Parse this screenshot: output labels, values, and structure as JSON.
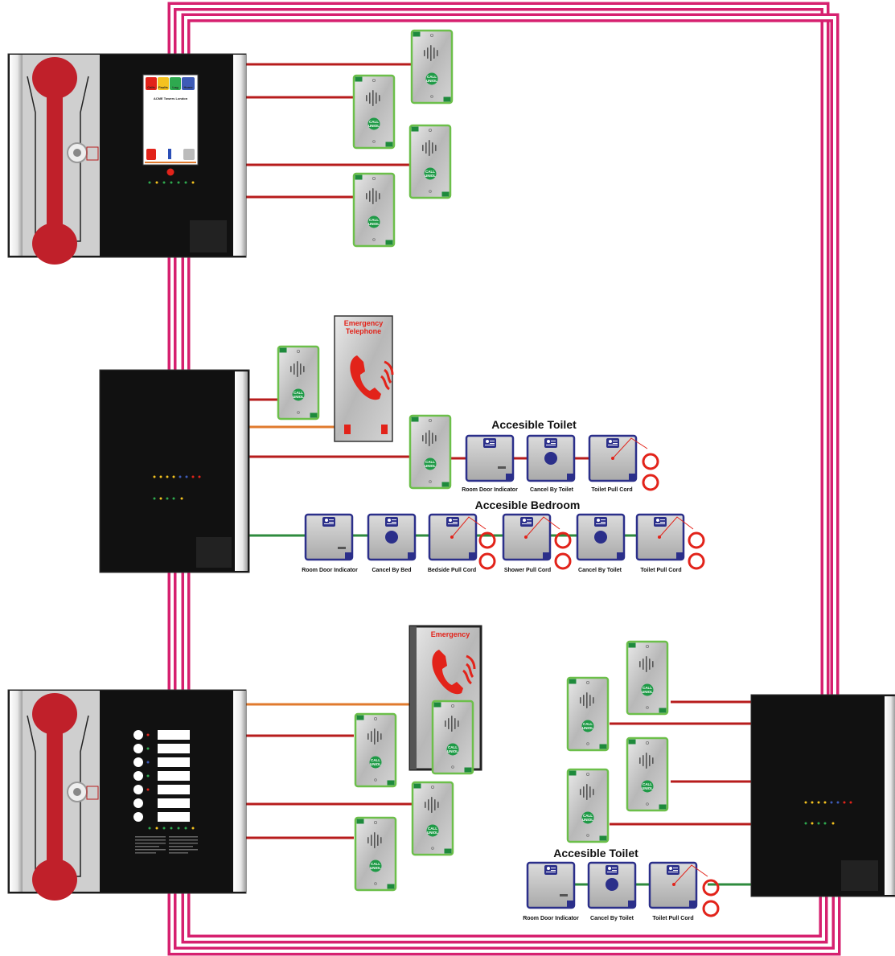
{
  "groups": {
    "toilet_top": {
      "title": "Accesible Toilet",
      "labels": [
        "Room Door Indicator",
        "Cancel By Toilet",
        "Toilet Pull Cord"
      ]
    },
    "bedroom": {
      "title": "Accesible Bedroom",
      "labels": [
        "Room Door Indicator",
        "Cancel By Bed",
        "Bedside Pull Cord",
        "Shower Pull Cord",
        "Cancel By Toilet",
        "Toilet Pull Cord"
      ]
    },
    "toilet_bottom": {
      "title": "Accesible Toilet",
      "labels": [
        "Room Door Indicator",
        "Cancel By Toilet",
        "Toilet Pull Cord"
      ]
    }
  },
  "emergency_phones": {
    "top": {
      "title_line1": "Emergency",
      "title_line2": "Telephone"
    },
    "bottom": {
      "title_line1": "Emergency"
    }
  },
  "main_panel": {
    "screen_tabs": [
      "Calls",
      "Faults",
      "Log",
      "Home"
    ],
    "site_name": "ACME Towers London"
  },
  "outstation": {
    "call_text_1": "CALL",
    "call_text_2": "UNIOL"
  },
  "colors": {
    "ring_cable": "#d6206f",
    "call_line": "#b71c1c",
    "orange_line": "#e07a2e",
    "green_line": "#2e8b3e",
    "outstation_border": "#6cbf4a",
    "disabled_unit_border": "#2b2f8a",
    "handset": "#c0202a"
  }
}
